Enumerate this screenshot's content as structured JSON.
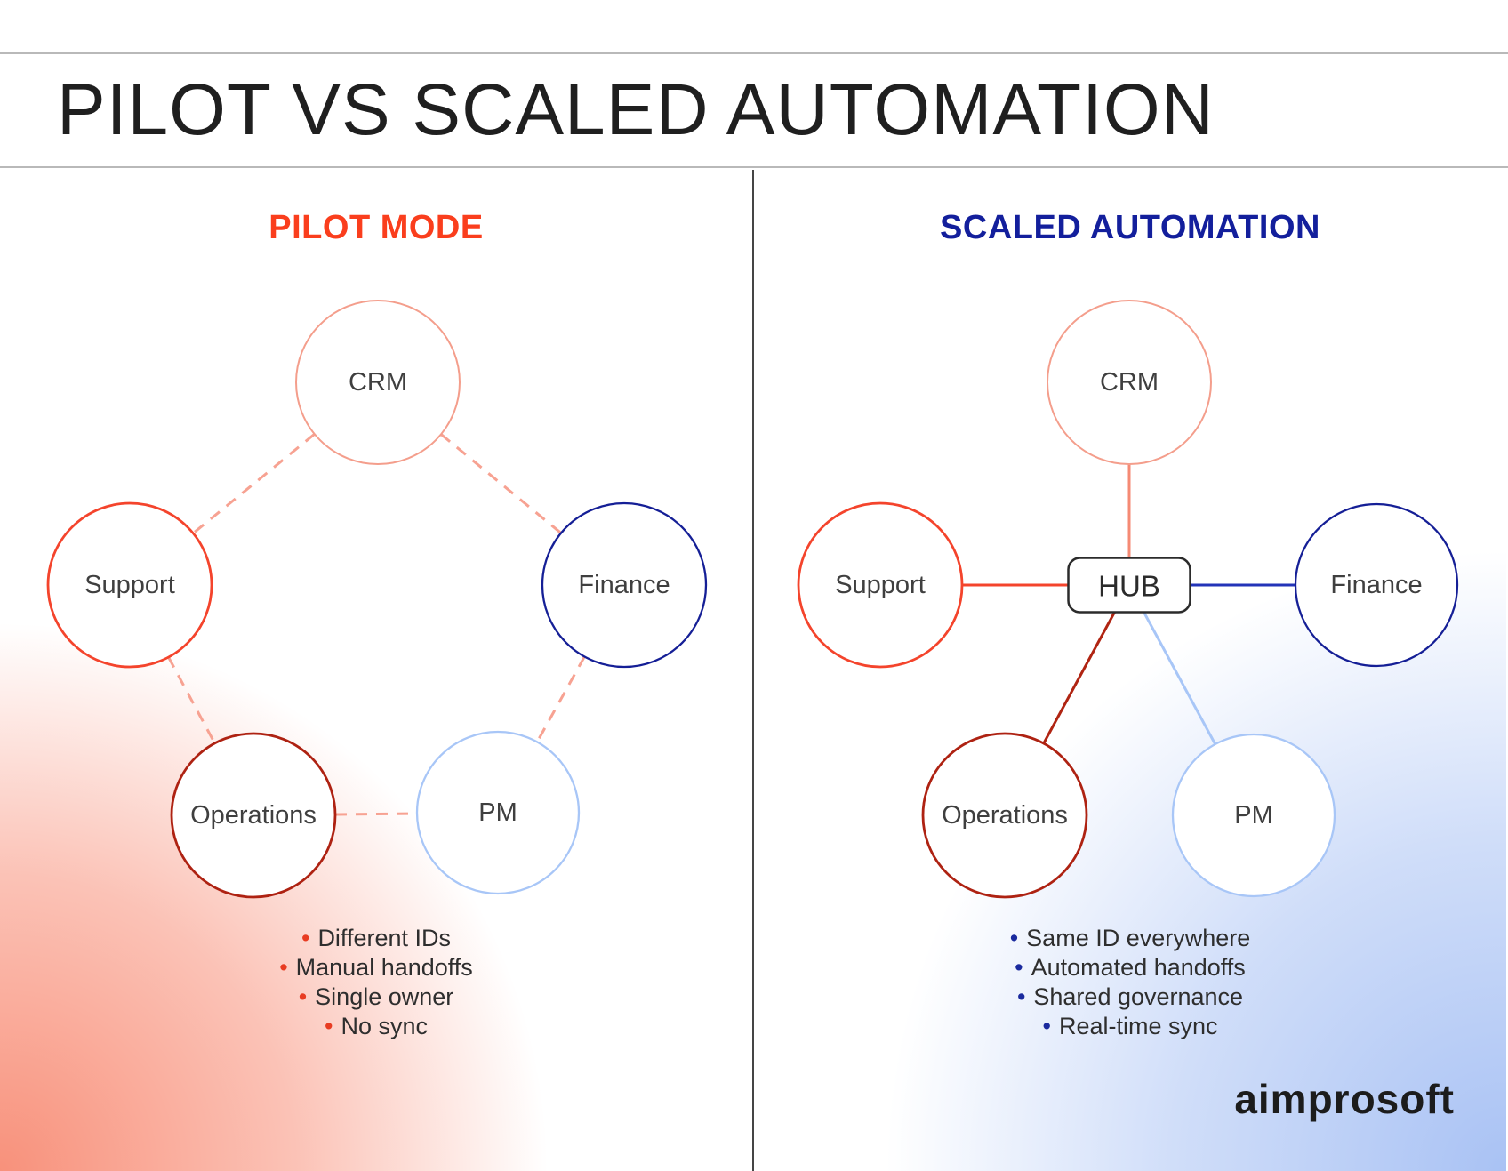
{
  "title": "PILOT VS SCALED AUTOMATION",
  "left_panel": {
    "heading": "PILOT MODE",
    "heading_color": "#fa3e1d",
    "nodes": {
      "crm": "CRM",
      "support": "Support",
      "finance": "Finance",
      "operations": "Operations",
      "pm": "PM"
    },
    "bullets": [
      "Different IDs",
      "Manual handoffs",
      "Single owner",
      "No sync"
    ]
  },
  "right_panel": {
    "heading": "SCALED AUTOMATION",
    "heading_color": "#131f9c",
    "hub_label": "HUB",
    "nodes": {
      "crm": "CRM",
      "support": "Support",
      "finance": "Finance",
      "operations": "Operations",
      "pm": "PM"
    },
    "bullets": [
      "Same ID everywhere",
      "Automated handoffs",
      "Shared governance",
      "Real-time sync"
    ]
  },
  "footer": {
    "logo_text": "aimprosoft"
  },
  "colors": {
    "crm_circle": "#f49e8c",
    "support_circle": "#f4442c",
    "finance_circle": "#151f96",
    "operations_circle": "#ae2212",
    "pm_circle": "#a8c6f7",
    "dashed_link": "#f7a292",
    "hub_border": "#2b2b2b",
    "link_crm": "#f58a74",
    "link_support": "#f4442c",
    "link_finance": "#2334b8",
    "link_operations": "#b02412",
    "link_pm": "#a8c6f7",
    "bullet_left": "#e83c22",
    "bullet_right": "#1a2a9e",
    "divider": "#454545",
    "left_glow": "#f8917b",
    "right_glow": "#a9c2f4"
  }
}
